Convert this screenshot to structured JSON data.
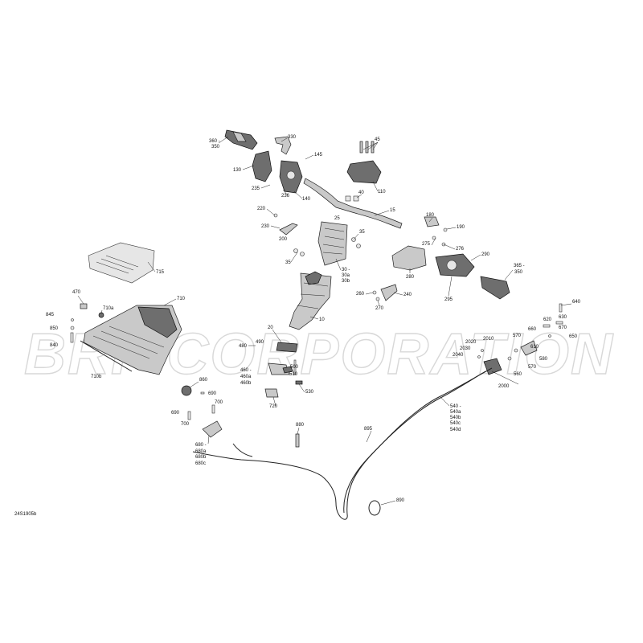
{
  "watermark": "BRP CORPORATION",
  "diagram_code": "24S1905b",
  "labels": {
    "l360": "360 -",
    "l350a": "350",
    "l330": "330",
    "l145": "145",
    "l45": "45",
    "l130": "130",
    "l235": "235",
    "l236": "236",
    "l140": "140",
    "l40": "40",
    "l110": "110",
    "l15": "15",
    "l220": "220",
    "l230": "230",
    "l200": "200",
    "l180": "180",
    "l190": "190",
    "l25": "25",
    "l35a": "35",
    "l35b": "35",
    "l275": "275",
    "l276": "276",
    "l290": "290",
    "l30": "30 -",
    "l30a": "30a",
    "l30b": "30b",
    "l280": "280",
    "l365": "365 -",
    "l350b": "350",
    "l260": "260",
    "l240": "240",
    "l270": "270",
    "l295": "295",
    "l715": "715",
    "l470": "470",
    "l710": "710",
    "l710a": "710a",
    "l845": "845",
    "l850": "850",
    "l840": "840",
    "l10": "10",
    "l640": "640",
    "l620": "620",
    "l630": "630",
    "l20": "20",
    "l670": "670",
    "l650": "650",
    "l480": "480",
    "l490": "490",
    "l2010": "2010",
    "l2020": "2020",
    "l2030": "2030",
    "l2040": "2040",
    "l570a": "570",
    "l660": "660",
    "l610": "610",
    "l580": "580",
    "l570b": "570",
    "l560": "560",
    "l500": "500",
    "l460": "460 -",
    "l460a": "460a",
    "l460b": "460b",
    "l510": "510",
    "l710b": "710b",
    "l2000": "2000",
    "l860": "860",
    "l530": "530",
    "l690a": "690",
    "l690b": "690",
    "l700a": "700",
    "l700b": "700",
    "l720": "720",
    "l540": "540 -",
    "l540a": "540a",
    "l540b": "540b",
    "l540c": "540c",
    "l540d": "540d",
    "l895": "895",
    "l880": "880",
    "l680": "680 -",
    "l680a": "680a",
    "l680b": "680b",
    "l680c": "680c",
    "l890": "890"
  }
}
